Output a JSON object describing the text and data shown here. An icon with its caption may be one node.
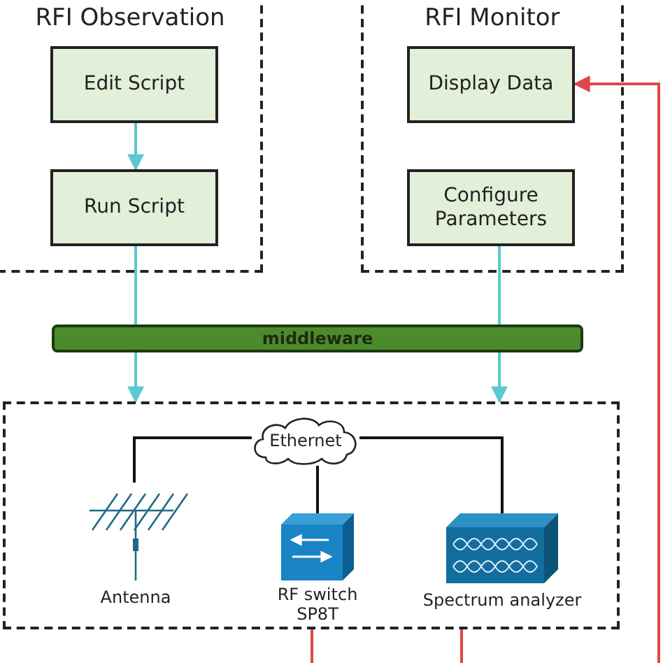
{
  "diagram": {
    "nodes": [
      {
        "text": [
          "RFI Observation"
        ]
      },
      {
        "text": [
          "Edit Script"
        ],
        "in": 0
      },
      {
        "text": [
          "Run Script"
        ],
        "in": 0
      },
      {
        "text": [
          "RFI Monitor"
        ]
      },
      {
        "text": [
          "Display Data"
        ],
        "in": 3
      },
      {
        "text": [
          "Configure Parameters"
        ],
        "in": 3
      },
      {
        "text": [
          "middleware"
        ]
      },
      {
        "text": [],
        "shape": "box"
      },
      {
        "text": [
          "Ethernet"
        ],
        "in": 7
      },
      {
        "text": [
          "Antenna"
        ],
        "in": 7
      },
      {
        "text": [
          "RF switch SP8T"
        ],
        "in": 7
      },
      {
        "text": [
          "Spectrum analyzer"
        ],
        "in": 7
      }
    ],
    "edges": [
      {
        "from": 1,
        "to": 2,
        "arrow": "to"
      },
      {
        "from": 2,
        "to": 6,
        "arrow": "none"
      },
      {
        "from": 5,
        "to": 6,
        "arrow": "none"
      },
      {
        "from": 6,
        "to": 7,
        "arrow": "to"
      },
      {
        "from": 6,
        "to": 7,
        "arrow": "to"
      },
      {
        "from": 8,
        "to": 9,
        "arrow": "none",
        "color": "#111111"
      },
      {
        "from": 8,
        "to": 10,
        "arrow": "none",
        "color": "#111111"
      },
      {
        "from": 8,
        "to": 11,
        "arrow": "none",
        "color": "#111111"
      },
      {
        "from": null,
        "to": 4,
        "arrow": "to",
        "color": "#e0474c"
      },
      {
        "from": 7,
        "to": null,
        "arrow": "none",
        "color": "#e0474c"
      },
      {
        "from": 7,
        "to": null,
        "arrow": "none",
        "color": "#e0474c"
      }
    ]
  }
}
